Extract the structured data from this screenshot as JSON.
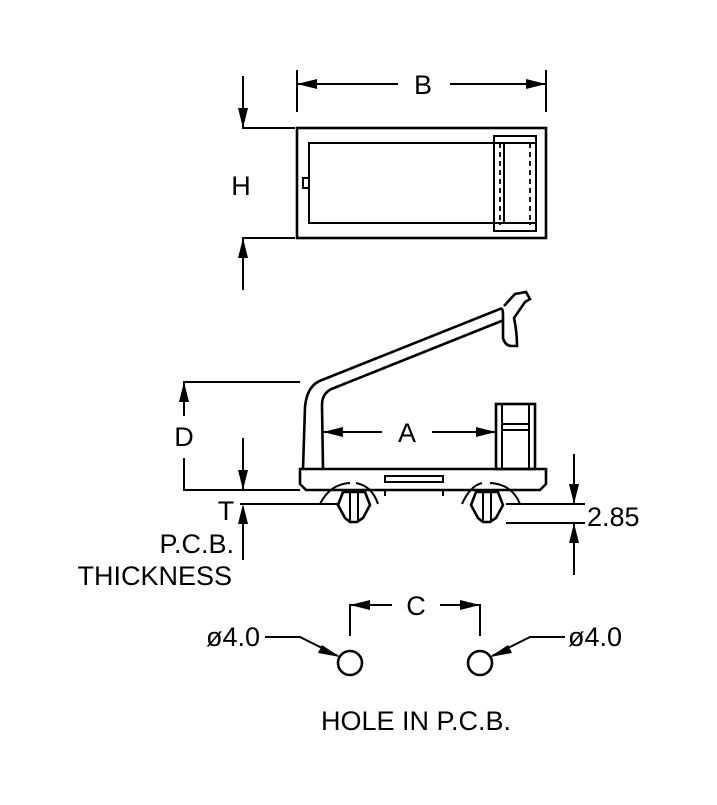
{
  "labels": {
    "b": "B",
    "h": "H",
    "a": "A",
    "d": "D",
    "t": "T",
    "c": "C",
    "pcb_thickness_line1": "P.C.B.",
    "pcb_thickness_line2": "THICKNESS",
    "dim_285": "2.85",
    "hole_left": "ø4.0",
    "hole_right": "ø4.0",
    "hole_caption": "HOLE IN P.C.B."
  },
  "colors": {
    "line": "#000000",
    "background": "#ffffff"
  }
}
